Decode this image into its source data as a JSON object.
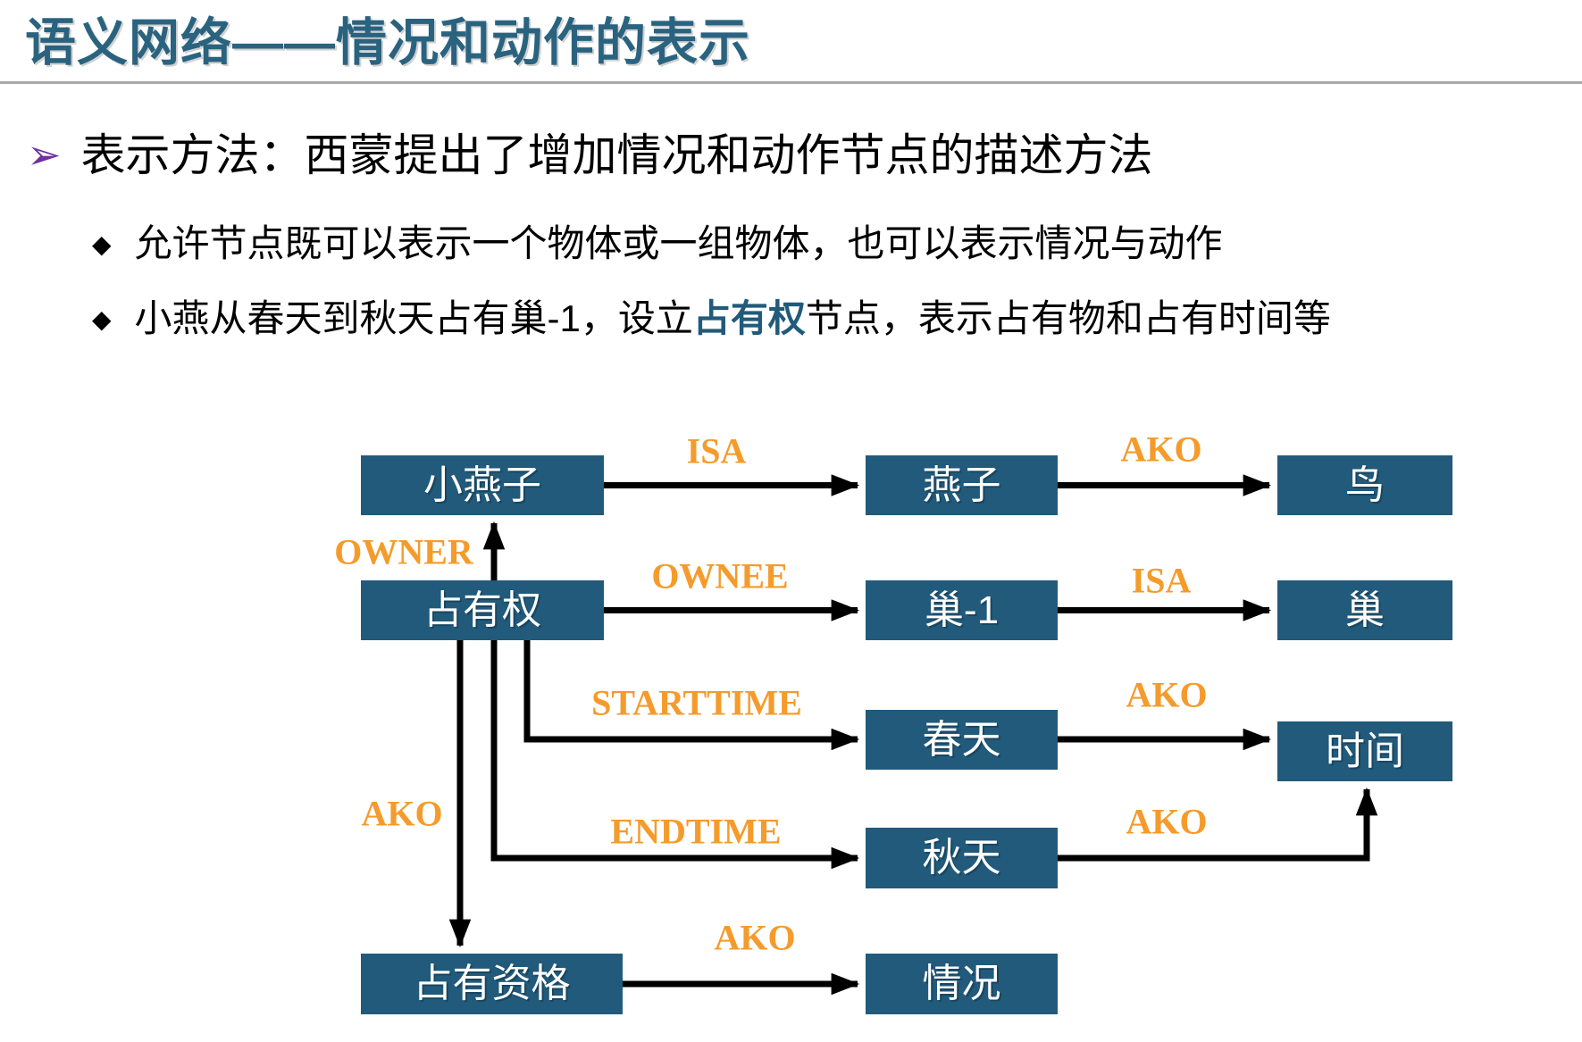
{
  "slide": {
    "title": "语义网络——情况和动作的表示",
    "bullet": {
      "marker": "➢",
      "text": "表示方法：西蒙提出了增加情况和动作节点的描述方法"
    },
    "sub_bullets": {
      "marker": "◆",
      "item1": "允许节点既可以表示一个物体或一组物体，也可以表示情况与动作",
      "item2_pre": "小燕从春天到秋天占有巢-1，设立",
      "item2_highlight": "占有权",
      "item2_post": "节点，表示占有物和占有时间等"
    }
  },
  "diagram": {
    "nodes": [
      {
        "id": "xiaoyanzi",
        "label": "小燕子"
      },
      {
        "id": "yanzi",
        "label": "燕子"
      },
      {
        "id": "niao",
        "label": "鸟"
      },
      {
        "id": "zhanyouquan",
        "label": "占有权"
      },
      {
        "id": "chao-1",
        "label": "巢-1"
      },
      {
        "id": "chao",
        "label": "巢"
      },
      {
        "id": "chuntian",
        "label": "春天"
      },
      {
        "id": "shijian",
        "label": "时间"
      },
      {
        "id": "qiutian",
        "label": "秋天"
      },
      {
        "id": "zhanyouzige",
        "label": "占有资格"
      },
      {
        "id": "qingkuang",
        "label": "情况"
      }
    ],
    "edges": [
      {
        "from": "小燕子",
        "to": "燕子",
        "label": "ISA"
      },
      {
        "from": "燕子",
        "to": "鸟",
        "label": "AKO"
      },
      {
        "from": "占有权",
        "to": "小燕子",
        "label": "OWNER"
      },
      {
        "from": "占有权",
        "to": "巢-1",
        "label": "OWNEE"
      },
      {
        "from": "巢-1",
        "to": "巢",
        "label": "ISA"
      },
      {
        "from": "占有权",
        "to": "春天",
        "label": "STARTTIME"
      },
      {
        "from": "春天",
        "to": "时间",
        "label": "AKO"
      },
      {
        "from": "占有权",
        "to": "秋天",
        "label": "ENDTIME"
      },
      {
        "from": "秋天",
        "to": "时间",
        "label": "AKO"
      },
      {
        "from": "占有权",
        "to": "占有资格",
        "label": "AKO"
      },
      {
        "from": "占有资格",
        "to": "情况",
        "label": "AKO"
      }
    ]
  },
  "colors": {
    "title_teal": "#2A637F",
    "node_fill": "#215A7B",
    "edge_label_orange": "#F59B2B",
    "bullet_purple": "#7030A0",
    "divider_gray": "#A9A9A9",
    "arrow_black": "#000000"
  }
}
